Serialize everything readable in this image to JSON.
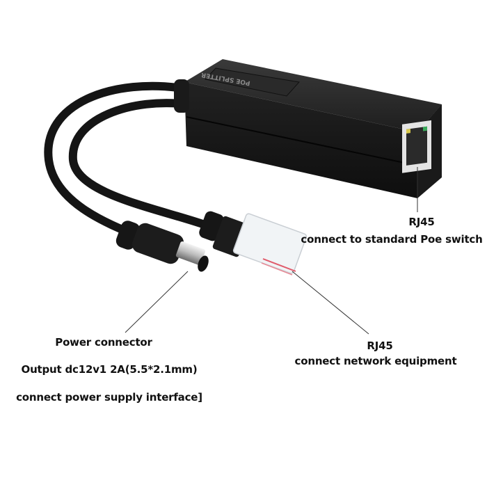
{
  "product": {
    "housing_text": "POE SPLITTER",
    "housing_color": "#1c1c1c"
  },
  "callouts": {
    "rj45_switch": {
      "title": "RJ45",
      "description": "connect to standard Poe switch"
    },
    "rj45_device": {
      "title": "RJ45",
      "description": "connect network equipment"
    },
    "power": {
      "title": "Power connector",
      "spec": "Output dc12v1 2A(5.5*2.1mm)",
      "description": "connect power supply interface]"
    }
  }
}
